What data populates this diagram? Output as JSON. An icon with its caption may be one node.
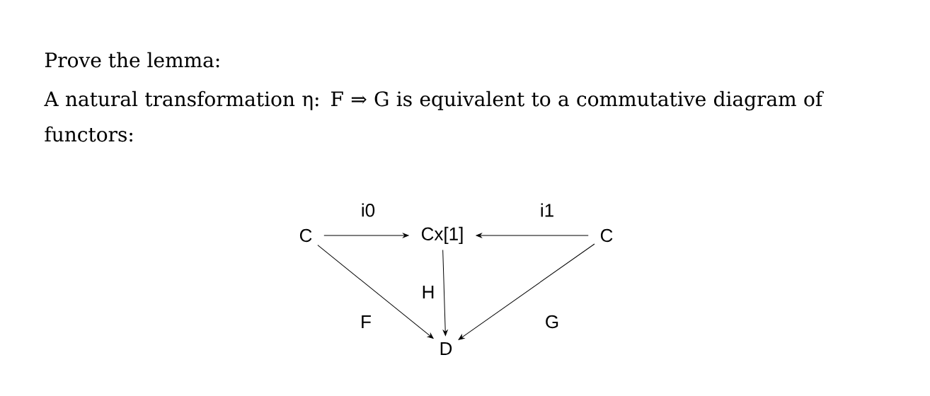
{
  "diagram": {
    "title": "Prove the lemma:",
    "nodes": [
      {
        "text": [
          "C"
        ]
      },
      {
        "text": [
          "Cx[1]"
        ]
      },
      {
        "text": [
          "C"
        ]
      },
      {
        "text": [
          "D"
        ]
      }
    ],
    "edges": [
      {
        "from": 0,
        "to": 1,
        "arrow": "to",
        "label": "i0"
      },
      {
        "from": 2,
        "to": 1,
        "arrow": "to",
        "label": "i1"
      },
      {
        "from": 1,
        "to": 3,
        "arrow": "to",
        "label": "H"
      },
      {
        "from": 0,
        "to": 3,
        "arrow": "to",
        "label": "F"
      },
      {
        "from": 2,
        "to": 3,
        "arrow": "to",
        "label": "G"
      }
    ],
    "labels": [
      "A natural transformation η: F ⇒ G is equivalent to a commutative diagram of functors:"
    ]
  }
}
